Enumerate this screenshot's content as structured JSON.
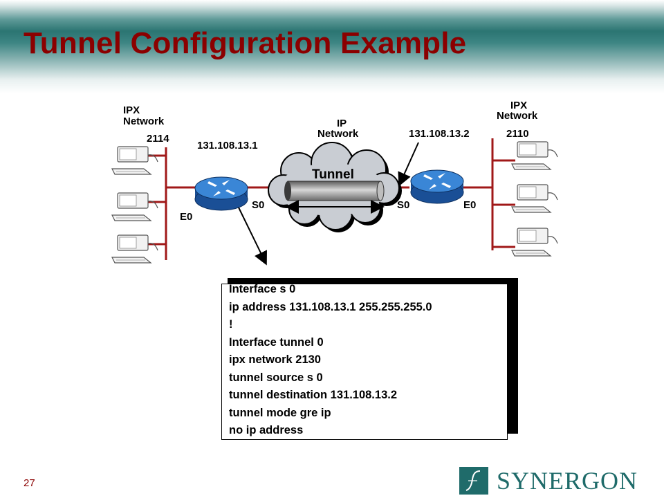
{
  "slide": {
    "title": "Tunnel Configuration Example",
    "page_number": "27"
  },
  "diagram": {
    "left_network": {
      "protocol": "IPX",
      "word": "Network",
      "number": "2114"
    },
    "right_network": {
      "protocol": "IPX",
      "word": "Network",
      "number": "2110"
    },
    "ip_network": {
      "protocol": "IP",
      "word": "Network"
    },
    "tunnel_label": "Tunnel",
    "left_router": {
      "ip": "131.108.13.1",
      "serial": "S0",
      "ethernet": "E0"
    },
    "right_router": {
      "ip": "131.108.13.2",
      "serial": "S0",
      "ethernet": "E0"
    }
  },
  "config": {
    "lines": [
      "Interface s 0",
      "ip address 131.108.13.1 255.255.255.0",
      "!",
      "Interface tunnel 0",
      "ipx network 2130",
      "tunnel source s 0",
      "tunnel destination 131.108.13.2",
      "tunnel mode gre ip",
      "no ip address"
    ]
  },
  "logo": {
    "text": "SYNERGON"
  },
  "colors": {
    "title": "#8b0000",
    "router": "#1f5fb0",
    "link": "#a01818",
    "brand": "#1f6b6a"
  }
}
